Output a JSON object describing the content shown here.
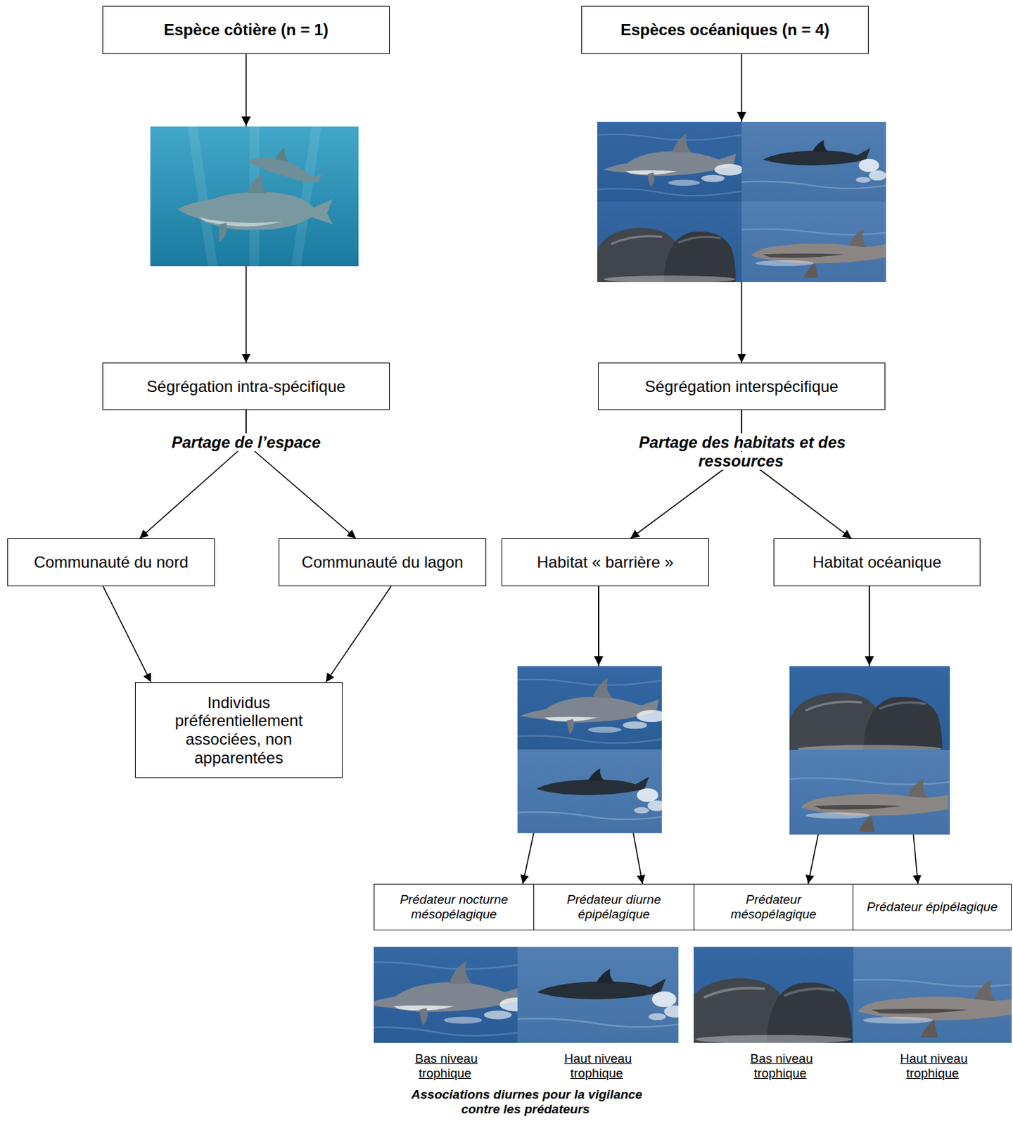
{
  "diagram": {
    "nodes": [
      {
        "text": [
          "Espèce côtière (n = 1)"
        ]
      },
      {
        "text": [
          "Espèces océaniques (n = 4)"
        ]
      },
      {
        "text": [
          "Ségrégation intra-spécifique"
        ]
      },
      {
        "text": [
          "Ségrégation interspécifique"
        ]
      },
      {
        "text": [
          "Communauté du nord"
        ]
      },
      {
        "text": [
          "Communauté du lagon"
        ]
      },
      {
        "text": [
          "Habitat « barrière »"
        ]
      },
      {
        "text": [
          "Habitat océanique"
        ]
      },
      {
        "text": [
          "Individus préférentiellement associées, non apparentées"
        ]
      },
      {
        "text": [
          "Prédateur nocturne mésopélagique"
        ]
      },
      {
        "text": [
          "Prédateur diurne épipélagique"
        ]
      },
      {
        "text": [
          "Prédateur mésopélagique"
        ]
      },
      {
        "text": [
          "Prédateur épipélagique"
        ]
      }
    ],
    "edges": [
      {
        "from": 0,
        "to": 2,
        "arrow": "to"
      },
      {
        "from": 1,
        "to": 3,
        "arrow": "to"
      },
      {
        "from": 2,
        "to": 4,
        "arrow": "to"
      },
      {
        "from": 2,
        "to": 5,
        "arrow": "to"
      },
      {
        "from": 3,
        "to": 6,
        "arrow": "to"
      },
      {
        "from": 3,
        "to": 7,
        "arrow": "to"
      },
      {
        "from": 4,
        "to": 8,
        "arrow": "to"
      },
      {
        "from": 5,
        "to": 8,
        "arrow": "to"
      },
      {
        "from": 6,
        "to": 9,
        "arrow": "to"
      },
      {
        "from": 6,
        "to": 10,
        "arrow": "to"
      },
      {
        "from": 7,
        "to": 11,
        "arrow": "to"
      },
      {
        "from": 7,
        "to": 12,
        "arrow": "to"
      }
    ],
    "labels": [
      "Partage de l’espace",
      "Partage des habitats et des ressources",
      "Bas niveau trophique",
      "Haut niveau trophique",
      "Bas niveau trophique",
      "Haut niveau trophique",
      "Associations diurnes pour la vigilance contre les prédateurs"
    ]
  }
}
